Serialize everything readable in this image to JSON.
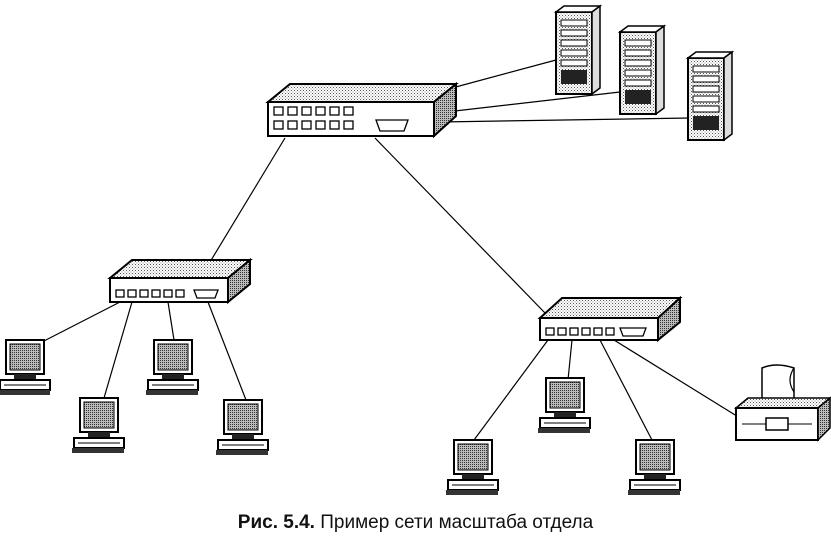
{
  "figure": {
    "caption_number": "Рис. 5.4.",
    "caption_text": "Пример сети масштаба отдела"
  },
  "devices": {
    "main_hub": "hub",
    "servers": [
      "server",
      "server",
      "server"
    ],
    "left_hub": "hub",
    "right_hub": "hub",
    "left_workstations": [
      "workstation",
      "workstation",
      "workstation",
      "workstation"
    ],
    "right_workstations": [
      "workstation",
      "workstation",
      "workstation"
    ],
    "printer": "printer"
  }
}
